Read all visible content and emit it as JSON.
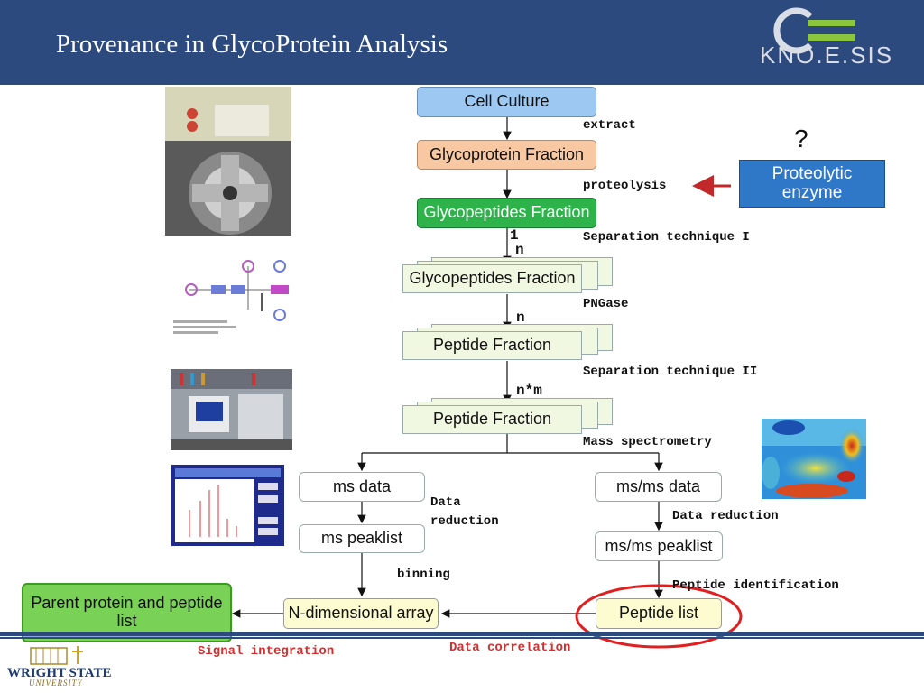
{
  "slide": {
    "title": "Provenance in GlycoProtein Analysis"
  },
  "logo": {
    "text": "KNO.E.SIS",
    "colors": {
      "green": "#8cc63f",
      "gray": "#d9dde6"
    }
  },
  "boxes": {
    "cell_culture": "Cell Culture",
    "glycoprotein_fraction": "Glycoprotein Fraction",
    "glycopeptides_fraction_1": "Glycopeptides Fraction",
    "glycopeptides_fraction_2": "Glycopeptides Fraction",
    "peptide_fraction_1": "Peptide Fraction",
    "peptide_fraction_2": "Peptide Fraction",
    "ms_data": "ms data",
    "msms_data": "ms/ms data",
    "ms_peaklist": "ms peaklist",
    "msms_peaklist": "ms/ms peaklist",
    "peptide_list": "Peptide list",
    "n_dimensional_array": "N-dimensional array",
    "parent_protein": "Parent protein and peptide list",
    "proteolytic_enzyme": "Proteolytic enzyme"
  },
  "labels": {
    "extract": "extract",
    "proteolysis": "proteolysis",
    "separation_1": "Separation technique I",
    "pngase": "PNGase",
    "separation_2": "Separation technique II",
    "mass_spec": "Mass spectrometry",
    "data_reduction_left": "Data\nreduction",
    "data_reduction_right": "Data reduction",
    "binning": "binning",
    "peptide_identification": "Peptide identification",
    "signal_integration": "Signal integration",
    "data_correlation": "Data correlation",
    "question": "?"
  },
  "multiplicity": {
    "one": "1",
    "n1": "n",
    "n2": "n",
    "nm": "n*m"
  },
  "footer": {
    "university_line1": "WRIGHT STATE",
    "university_line2": "UNIVERSITY"
  },
  "colors": {
    "header": "#2d4a7e",
    "highlight_circle": "#e02020",
    "arrow_red": "#c0282a"
  }
}
